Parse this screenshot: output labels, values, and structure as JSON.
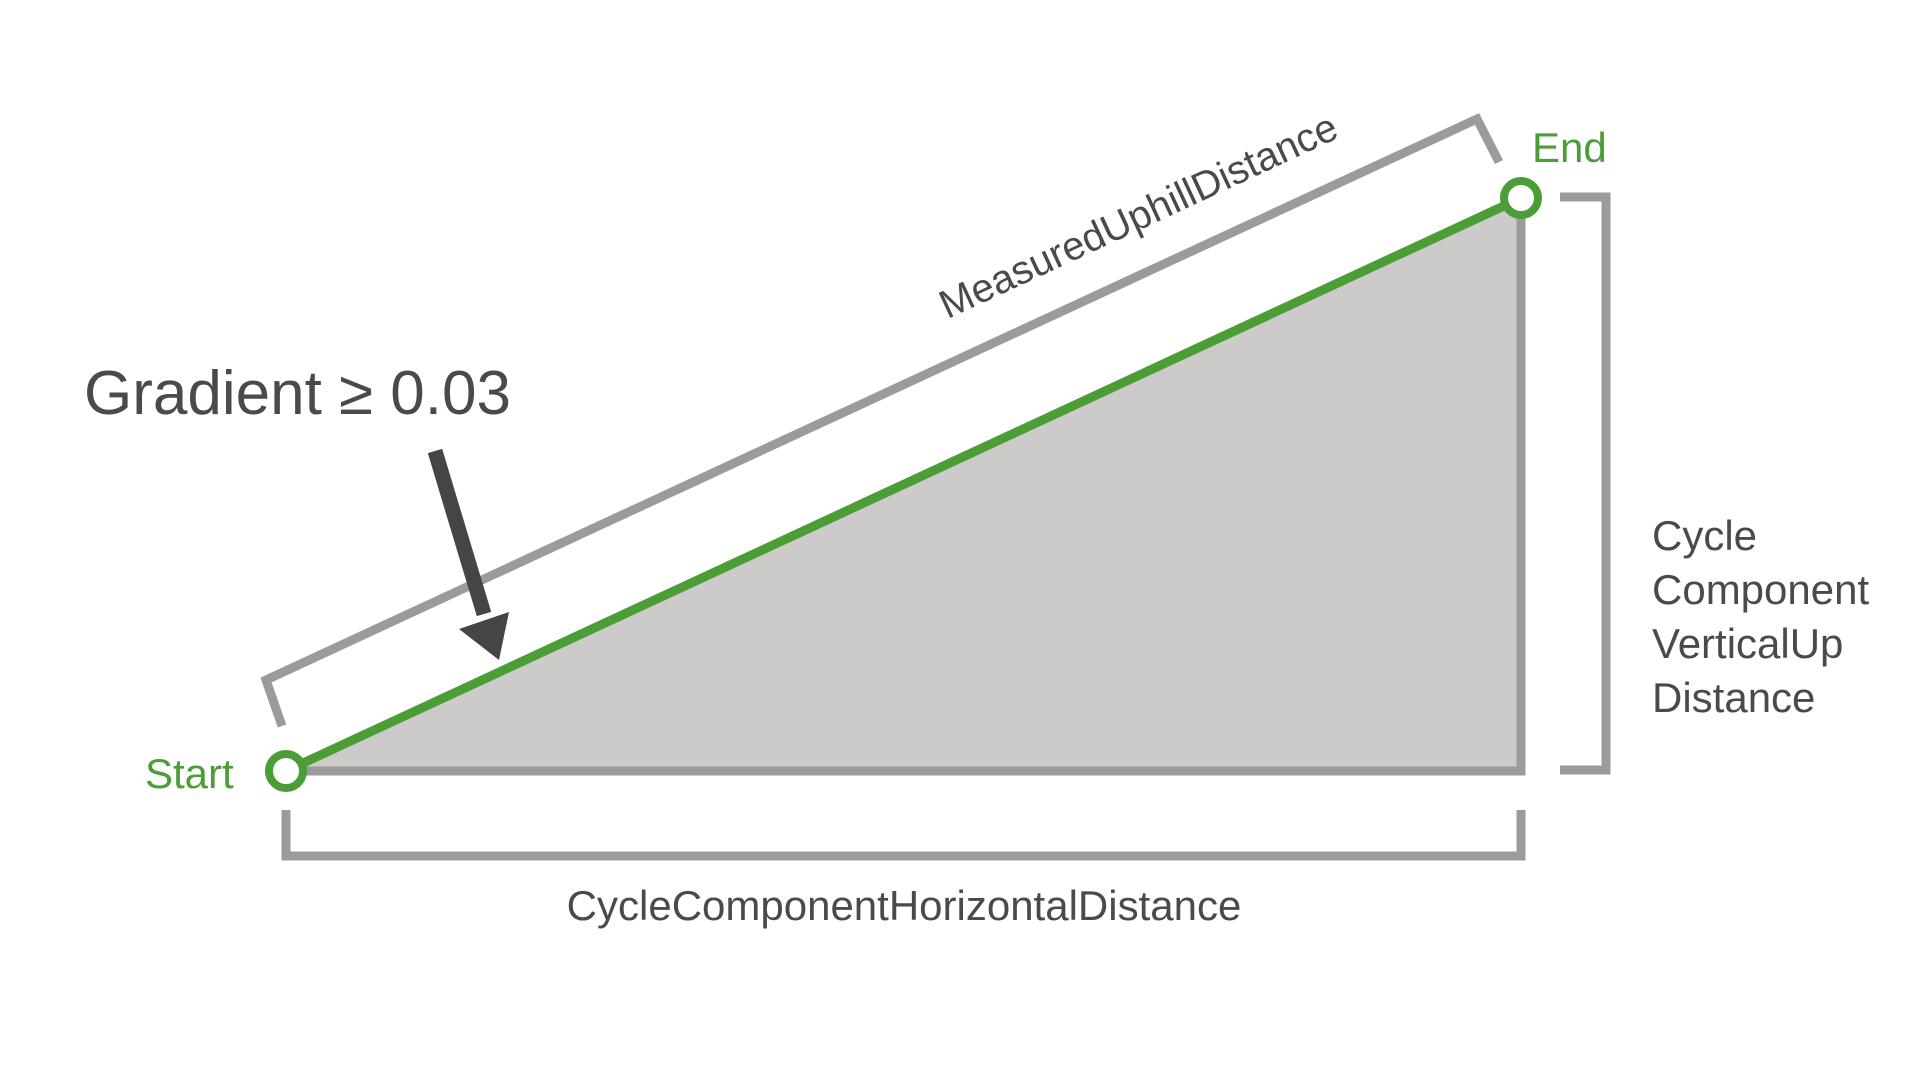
{
  "title": "Gradient ≥ 0.03",
  "labels": {
    "start": "Start",
    "end": "End",
    "hypotenuse": "MeasuredUphillDistance",
    "horizontal": "CycleComponentHorizontalDistance",
    "vertical": [
      "Cycle",
      "Component",
      "VerticalUp",
      "Distance"
    ]
  },
  "colors": {
    "green": "#4a9e35",
    "gray": "#9b9b9b",
    "fill": "#cccbca",
    "text": "#4a4a4a",
    "arrow": "#454545"
  }
}
